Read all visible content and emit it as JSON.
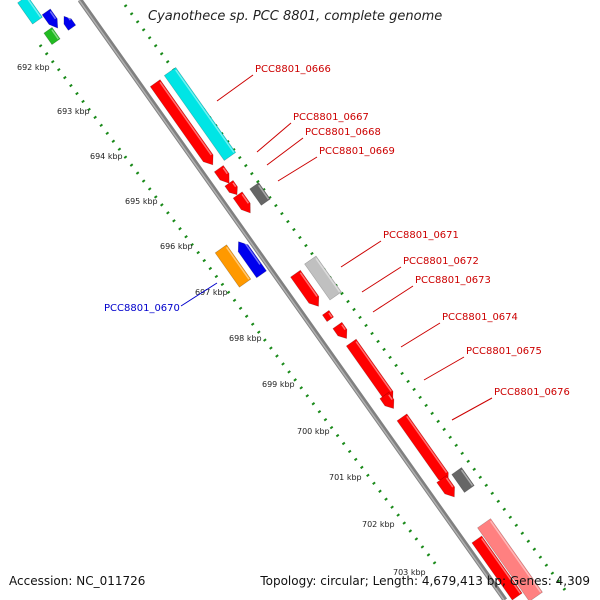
{
  "header": {
    "title": "Cyanothece sp. PCC 8801, complete genome"
  },
  "footer": {
    "accession": "Accession: NC_011726",
    "topology_label": "Topology:",
    "topology": "circular",
    "length_label": "Length:",
    "length": "4,679,413 bp",
    "genes_label": "Genes:",
    "genes": "4,309"
  },
  "ruler": {
    "ticks": [
      {
        "label": "692 kbp"
      },
      {
        "label": "693 kbp"
      },
      {
        "label": "694 kbp"
      },
      {
        "label": "695 kbp"
      },
      {
        "label": "696 kbp"
      },
      {
        "label": "697 kbp"
      },
      {
        "label": "698 kbp"
      },
      {
        "label": "699 kbp"
      },
      {
        "label": "700 kbp"
      },
      {
        "label": "701 kbp"
      },
      {
        "label": "702 kbp"
      },
      {
        "label": "703 kbp"
      }
    ]
  },
  "genes": {
    "forward": [
      {
        "label": "PCC8801_0666"
      },
      {
        "label": "PCC8801_0667"
      },
      {
        "label": "PCC8801_0668"
      },
      {
        "label": "PCC8801_0669"
      },
      {
        "label": "PCC8801_0671"
      },
      {
        "label": "PCC8801_0672"
      },
      {
        "label": "PCC8801_0673"
      },
      {
        "label": "PCC8801_0674"
      },
      {
        "label": "PCC8801_0675"
      },
      {
        "label": "PCC8801_0676"
      }
    ],
    "reverse": [
      {
        "label": "PCC8801_0670"
      }
    ]
  },
  "colors": {
    "forward_label": "#cc0000",
    "reverse_label": "#0000cc",
    "cds": "#ff0000",
    "rna_light": "#00e5e5",
    "pseudo": "#666666",
    "pseudo_light": "#c0c0c0",
    "blue": "#0000ee",
    "green": "#22bb22",
    "orange": "#ff9900",
    "pink": "#ff8080",
    "dots": "#1a8a1a",
    "backbone": "#808080"
  }
}
